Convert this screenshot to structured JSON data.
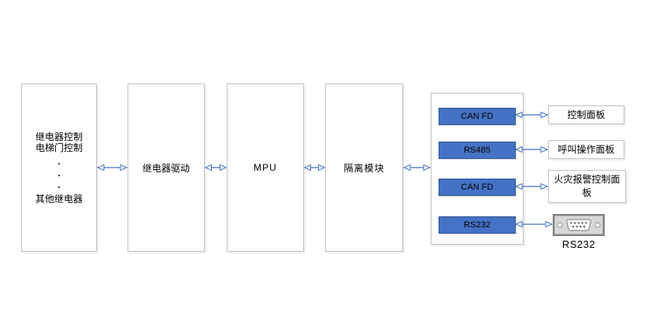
{
  "blocks": {
    "relay_outputs": {
      "line1": "继电器控制",
      "line2": "电梯门控制",
      "dot": ".",
      "line3": "其他继电器"
    },
    "relay_driver": {
      "label": "继电器驱动"
    },
    "mpu": {
      "label": "MPU"
    },
    "isolation": {
      "label": "隔离模块"
    },
    "interface_module": {
      "label": ""
    }
  },
  "interfaces": [
    {
      "label": "CAN FD",
      "target": "控制面板"
    },
    {
      "label": "RS485",
      "target": "呼叫操作面板"
    },
    {
      "label": "CAN FD",
      "target": "火灾报警控制面板"
    },
    {
      "label": "RS232",
      "target": "RS232",
      "target_type": "db9-connector"
    }
  ],
  "colors": {
    "bar_fill": "#4472C4",
    "bar_border": "#2F5597",
    "arrow": "#4472C4",
    "box_border": "#C3C3C3",
    "text": "#000000",
    "connector_gray": "#808080",
    "background": "#FFFFFF"
  }
}
